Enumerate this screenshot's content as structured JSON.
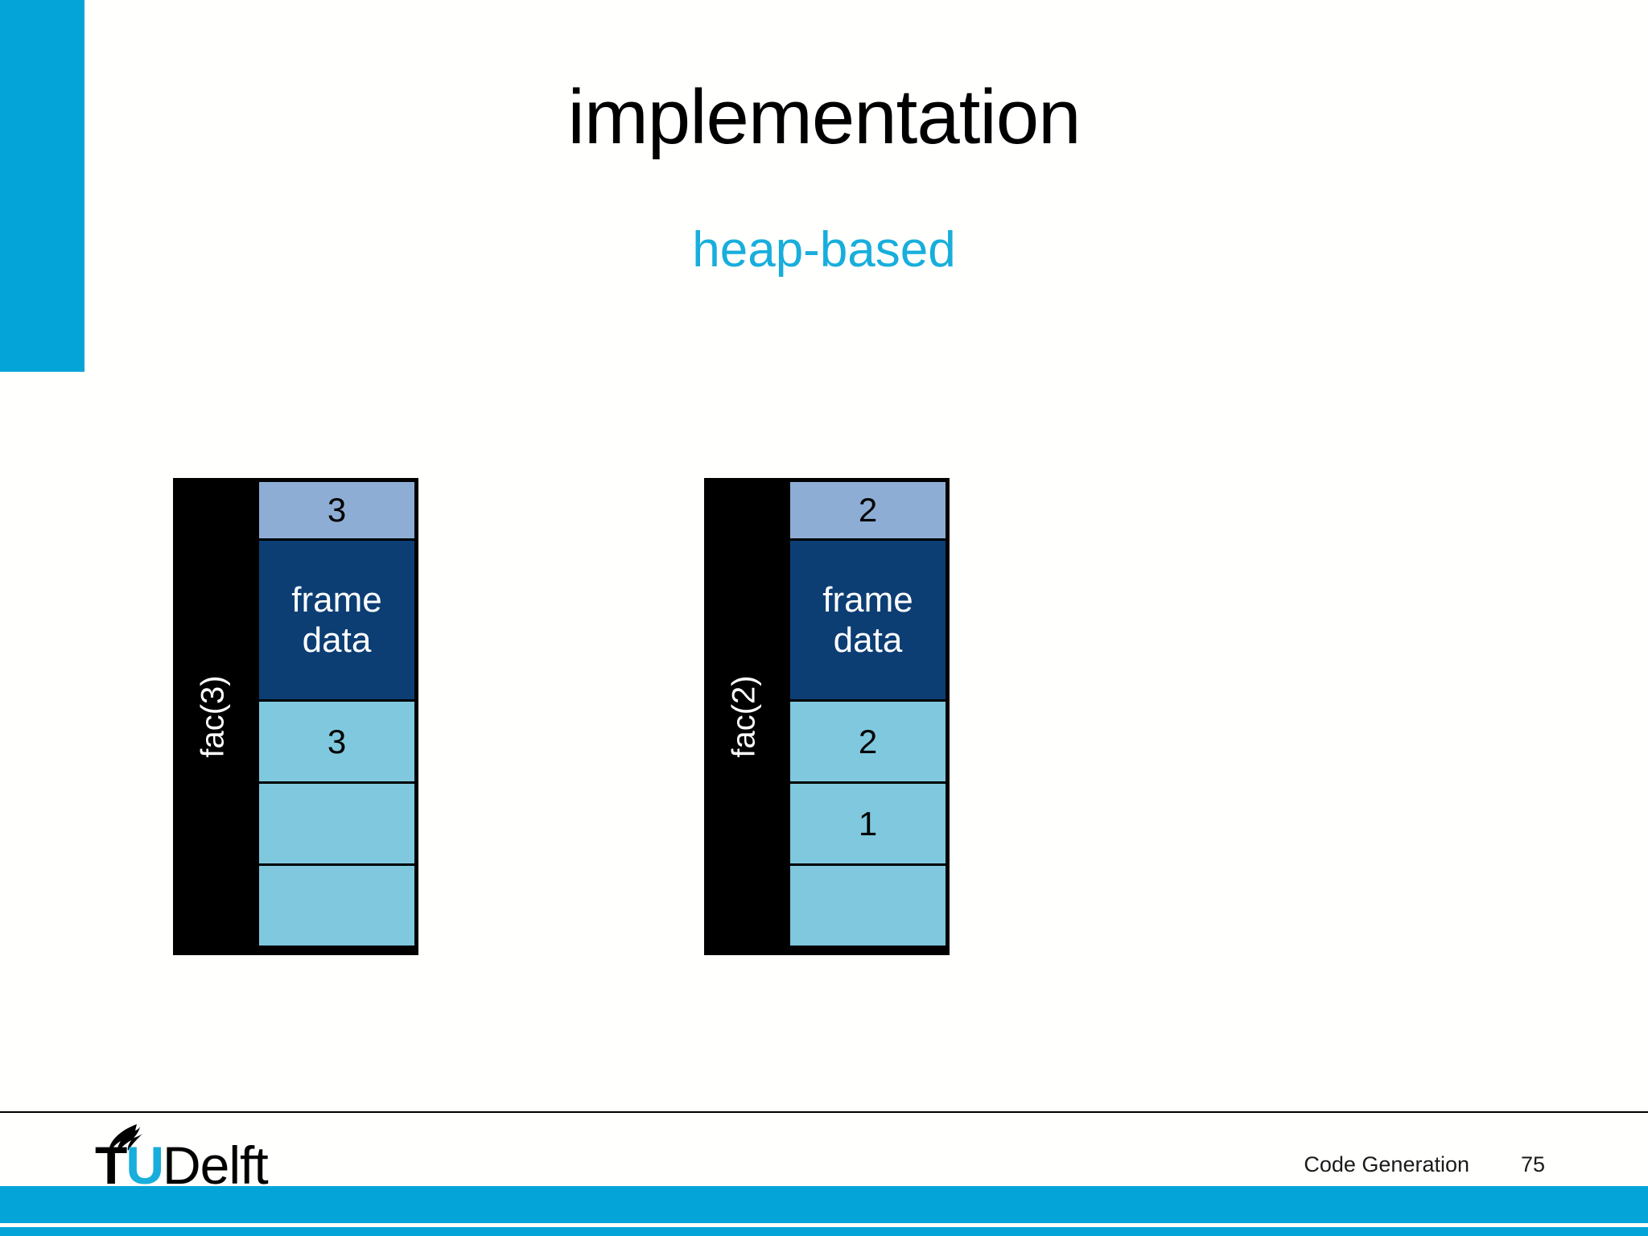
{
  "slide": {
    "title": "implementation",
    "subtitle": "heap-based",
    "accent_color": "#05A4D8",
    "subtitle_color": "#18AEDC"
  },
  "diagram": {
    "type": "memory-frame-diagram",
    "colors": {
      "border": "#000000",
      "label_background": "#000000",
      "label_text": "#ffffff",
      "arg_cell": "#8DADD4",
      "frame_data_cell": "#0C3E74",
      "frame_data_text": "#ffffff",
      "slot_cell": "#7FC8DE"
    },
    "blocks": [
      {
        "label": "fac(3)",
        "cells": [
          {
            "kind": "arg",
            "value": "3"
          },
          {
            "kind": "framedata",
            "line1": "frame",
            "line2": "data"
          },
          {
            "kind": "slot",
            "value": "3"
          },
          {
            "kind": "slot",
            "value": ""
          },
          {
            "kind": "slot",
            "value": ""
          }
        ]
      },
      {
        "label": "fac(2)",
        "cells": [
          {
            "kind": "arg",
            "value": "2"
          },
          {
            "kind": "framedata",
            "line1": "frame",
            "line2": "data"
          },
          {
            "kind": "slot",
            "value": "2"
          },
          {
            "kind": "slot",
            "value": "1"
          },
          {
            "kind": "slot",
            "value": ""
          }
        ]
      }
    ]
  },
  "footer": {
    "course": "Code Generation",
    "page_number": "75",
    "logo": {
      "tu": "TU",
      "t": "T",
      "u": "U",
      "delft": "Delft"
    }
  }
}
